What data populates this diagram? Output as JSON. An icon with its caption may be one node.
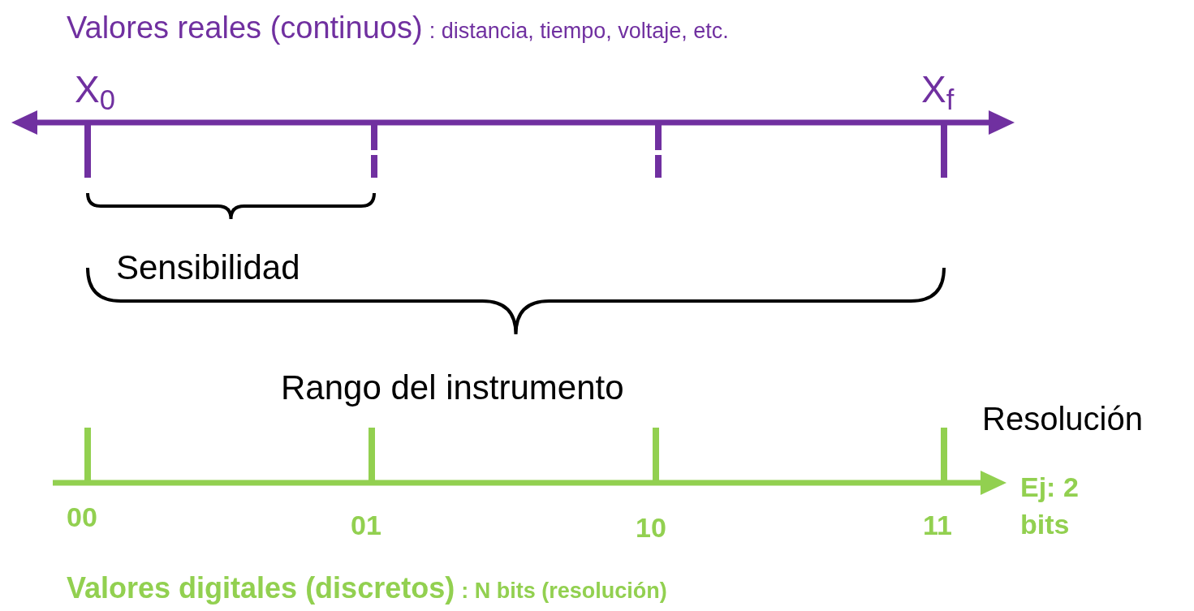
{
  "diagram": {
    "labels": [
      "Valores reales (continuos)",
      ": distancia, tiempo, voltaje, etc.",
      "X$_{0}$",
      "X$_{f}$",
      "Sensibilidad",
      "Rango del instrumento",
      "Resolución",
      "00",
      "01",
      "10",
      "11",
      "Ej: 2 bits",
      "Valores digitales (discretos)",
      ": N bits (resolución)"
    ]
  }
}
